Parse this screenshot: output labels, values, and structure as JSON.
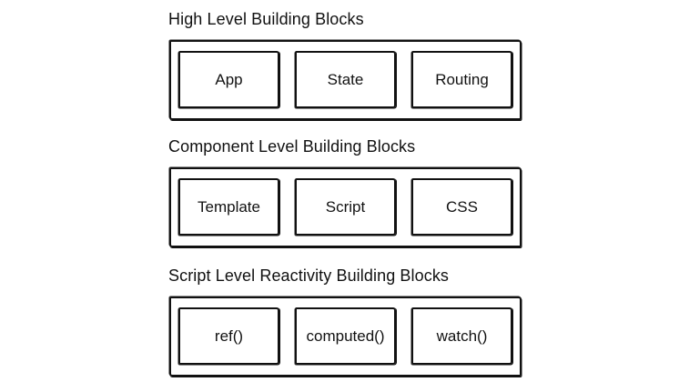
{
  "groups": [
    {
      "title": "High Level Building Blocks",
      "blocks": [
        "App",
        "State",
        "Routing"
      ]
    },
    {
      "title": "Component Level Building Blocks",
      "blocks": [
        "Template",
        "Script",
        "CSS"
      ]
    },
    {
      "title": "Script Level Reactivity Building Blocks",
      "blocks": [
        "ref()",
        "computed()",
        "watch()"
      ]
    }
  ]
}
